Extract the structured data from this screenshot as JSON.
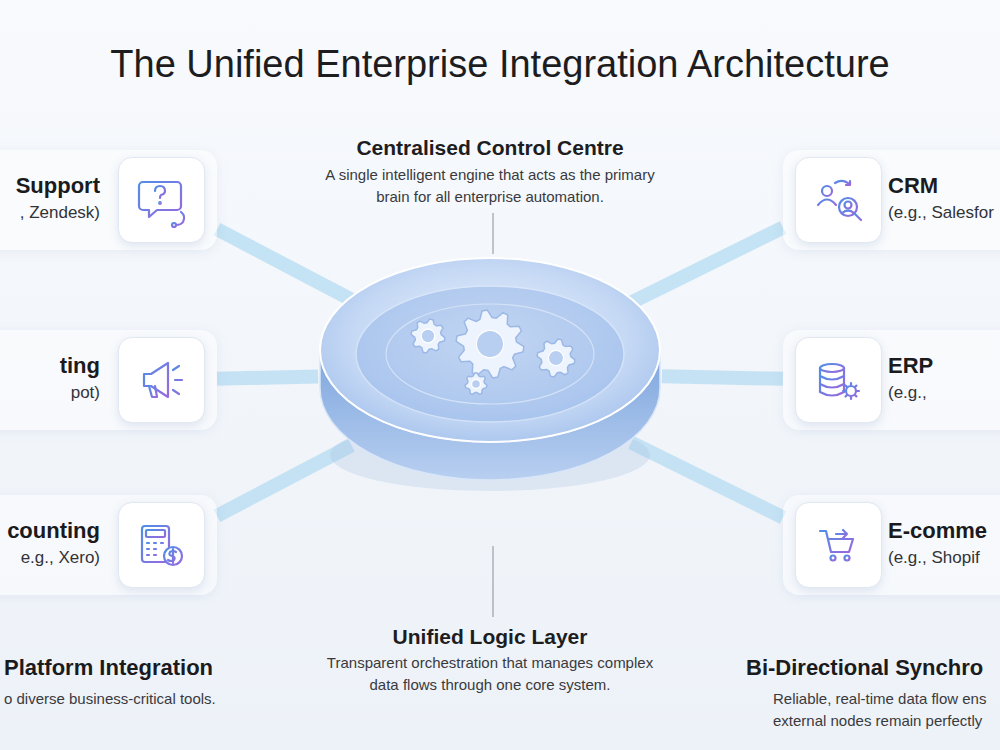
{
  "diagram": {
    "title": "The Unified Enterprise Integration Architecture",
    "nodes": [
      {
        "text": [
          "Support",
          ", Zendesk)"
        ]
      },
      {
        "text": [
          "Centralised Control Centre",
          "A single intelligent engine that acts as the primary brain for all enterprise automation.",
          "Unified Logic Layer",
          "Transparent orchestration that manages complex data flows through one core system."
        ]
      },
      {
        "text": [
          "CRM",
          "(e.g., Salesfor"
        ]
      },
      {
        "text": [
          "ting",
          "pot)"
        ]
      },
      {
        "text": [
          "ERP",
          "(e.g.,"
        ]
      },
      {
        "text": [
          "counting",
          "e.g., Xero)"
        ]
      },
      {
        "text": [
          "E-comme",
          "(e.g., Shopif"
        ]
      }
    ],
    "edges": [
      {
        "from": 1,
        "to": 0,
        "arrow": "none"
      },
      {
        "from": 1,
        "to": 2,
        "arrow": "none"
      },
      {
        "from": 1,
        "to": 3,
        "arrow": "none"
      },
      {
        "from": 1,
        "to": 4,
        "arrow": "none"
      },
      {
        "from": 1,
        "to": 5,
        "arrow": "none"
      },
      {
        "from": 1,
        "to": 6,
        "arrow": "none"
      }
    ],
    "labels": [
      "Platform Integration",
      "o diverse business-critical tools.",
      "Bi-Directional Synchro",
      "Reliable, real-time data flow ens",
      "external nodes remain perfectly"
    ]
  }
}
